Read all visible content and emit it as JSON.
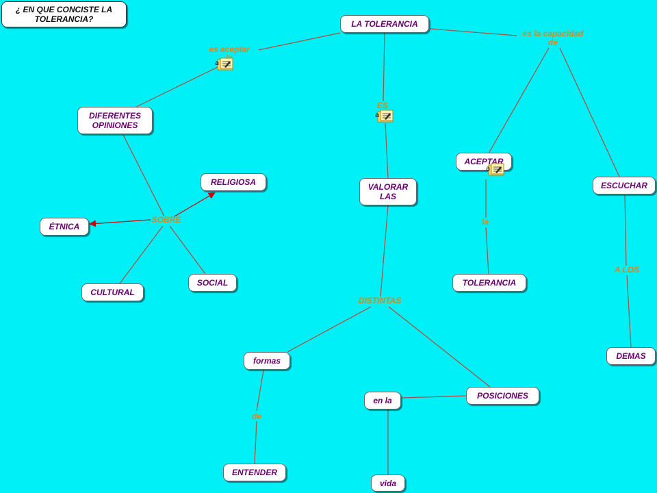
{
  "title": "¿ EN QUE CONCISTE LA\nTOLERANCIA?",
  "nodes": {
    "tolerancia_main": "LA TOLERANCIA",
    "diferentes_opiniones": "DIFERENTES\nOPINIONES",
    "valorar_las": "VALORAR\nLAS",
    "aceptar": "ACEPTAR",
    "escuchar": "ESCUCHAR",
    "religiosa": "RELIGIOSA",
    "etnica": "ÉTNICA",
    "cultural": "CULTURAL",
    "social": "SOCIAL",
    "tolerancia_2": "TOLERANCIA",
    "demas": "DEMAS",
    "formas": "formas",
    "posiciones": "POSICIONES",
    "en_la": "en la",
    "entender": "ENTENDER",
    "vida": "vida"
  },
  "labels": {
    "es_aceptar": "es aceptar\nla",
    "es": "ES",
    "es_capacidad": "es la capacidad\nde",
    "sobre": "SOBRE",
    "la": "la",
    "a_los": "A  LOS",
    "distintas": "DISTINTAS",
    "de": "de"
  },
  "colors": {
    "background": "#00f0f8",
    "line": "#b04a3c",
    "arrow": "#cc0000",
    "node_text": "#6a006f",
    "label_text": "#d9881a"
  },
  "icons": [
    "note-icon",
    "note-icon",
    "note-icon"
  ]
}
